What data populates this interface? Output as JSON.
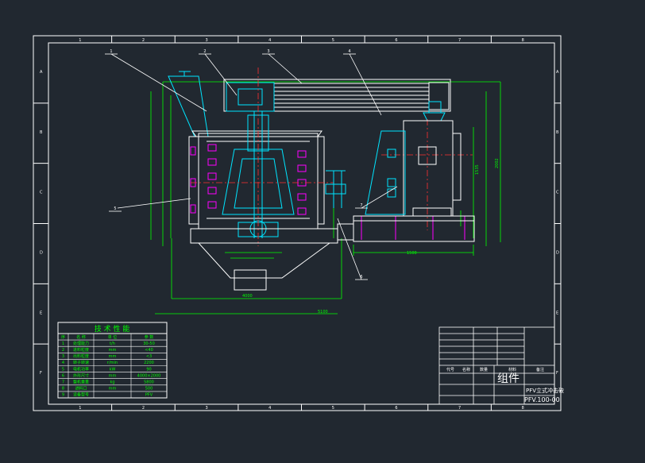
{
  "colors": {
    "background": "#212830",
    "frame": "#ffffff",
    "dimension": "#00ff00",
    "centerline": "#ff3030",
    "component": "#00e5ff",
    "highlight": "#ff00ff",
    "motor": "#ffffff",
    "title_block": "#ffffff"
  },
  "zone_markers": {
    "top": [
      "1",
      "2",
      "3",
      "4",
      "5",
      "6",
      "7",
      "8"
    ],
    "left": [
      "A",
      "B",
      "C",
      "D",
      "E",
      "F"
    ]
  },
  "balloons": [
    "1",
    "2",
    "3",
    "4",
    "5",
    "6",
    "7"
  ],
  "dimensions": {
    "overall_width": "4000",
    "base_width": "5100",
    "motor_height": "1535",
    "frame_height": "2002",
    "motor_width": "1500"
  },
  "spec_table": {
    "title": "技 术 性 能",
    "header": [
      "序",
      "名 称",
      "单 位",
      "参 数"
    ],
    "rows": [
      [
        "1",
        "处理能力",
        "t/h",
        "30-50"
      ],
      [
        "2",
        "进料粒度",
        "mm",
        "<40"
      ],
      [
        "3",
        "出料粒度",
        "mm",
        "<3"
      ],
      [
        "4",
        "转子转速",
        "r/min",
        "2200"
      ],
      [
        "5",
        "电机功率",
        "kW",
        "90"
      ],
      [
        "6",
        "外形尺寸",
        "mm",
        "4000×2000"
      ],
      [
        "7",
        "整机重量",
        "kg",
        "5800"
      ],
      [
        "8",
        "进料口",
        "mm",
        "500"
      ],
      [
        "9",
        "设备型号",
        "",
        "PFV"
      ]
    ]
  },
  "title_block": {
    "main_title": "组件",
    "subtitle": "PFV立式冲击破",
    "drawing_number": "PFV.100-00",
    "col_headers": [
      "代号",
      "名称",
      "数量",
      "材料",
      "备注"
    ]
  }
}
